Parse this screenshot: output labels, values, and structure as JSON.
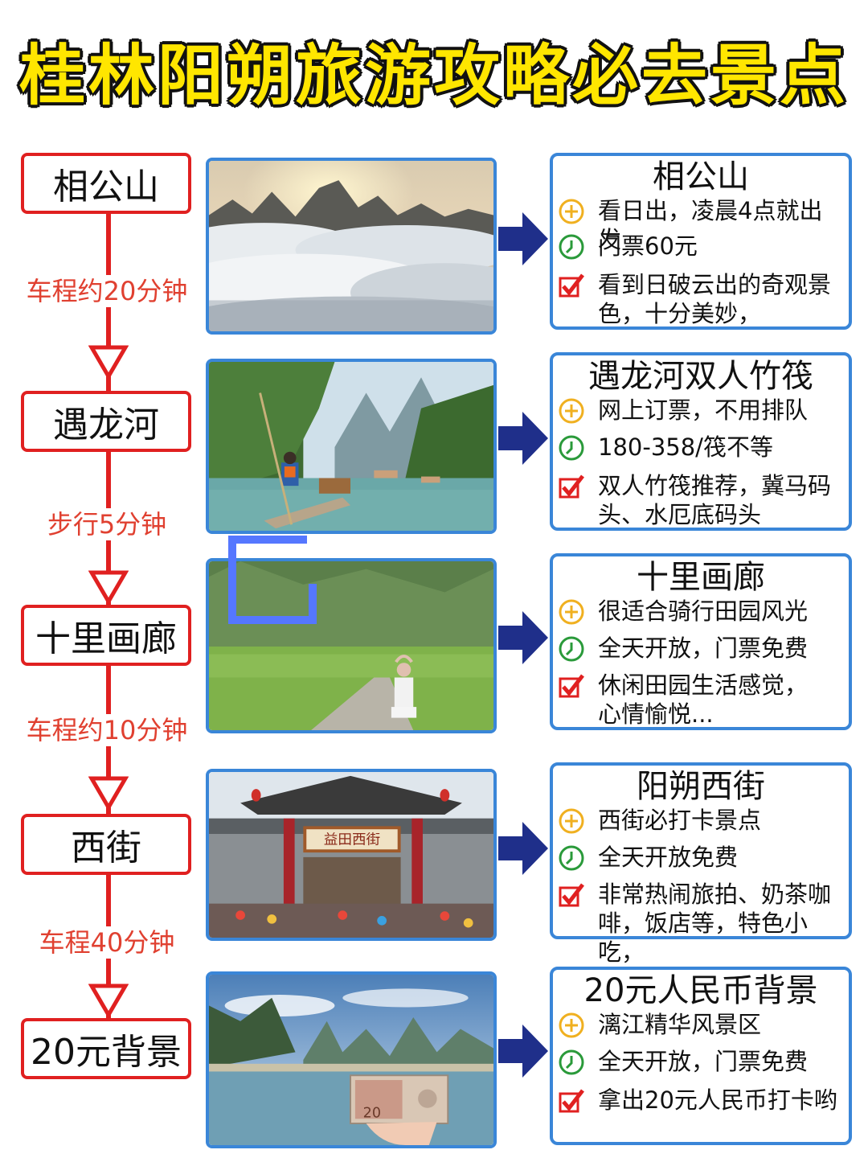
{
  "title": "桂林阳朔旅游攻略必去景点",
  "steps": [
    {
      "name": "相公山"
    },
    {
      "name": "遇龙河"
    },
    {
      "name": "十里画廊"
    },
    {
      "name": "西街"
    },
    {
      "name": "20元背景"
    }
  ],
  "travel": [
    "车程约20分钟",
    "步行5分钟",
    "车程约10分钟",
    "车程40分钟"
  ],
  "cards": [
    {
      "title": "相公山",
      "tip": "看日出，凌晨4点就出发",
      "time": "门票60元",
      "note": "看到日破云出的奇观景色，十分美妙，"
    },
    {
      "title": "遇龙河双人竹筏",
      "tip": "网上订票，不用排队",
      "time": "180-358/筏不等",
      "note": "双人竹筏推荐，冀马码头、水厄底码头"
    },
    {
      "title": "十里画廊",
      "tip": "很适合骑行田园风光",
      "time": "全天开放，门票免费",
      "note": "休闲田园生活感觉，心情愉悦..."
    },
    {
      "title": "阳朔西街",
      "tip": "西街必打卡景点",
      "time": "全天开放免费",
      "note": "非常热闹旅拍、奶茶咖啡，饭店等，特色小吃，"
    },
    {
      "title": "20元人民币背景",
      "tip": "漓江精华风景区",
      "time": "全天开放，门票免费",
      "note": "拿出20元人民币打卡哟"
    }
  ],
  "photos": [
    {
      "label": "sunrise-sea-of-clouds-photo"
    },
    {
      "label": "bamboo-raft-river-photo"
    },
    {
      "label": "countryside-cycling-photo"
    },
    {
      "label": "west-street-gate-photo"
    },
    {
      "label": "li-river-20-yuan-photo"
    }
  ],
  "gate_sign": "益田西街",
  "banknote_value": "20",
  "colors": {
    "red": "#e02020",
    "blue": "#3a86d8",
    "navy": "#1f2f8a",
    "yellow": "#ffe600"
  }
}
